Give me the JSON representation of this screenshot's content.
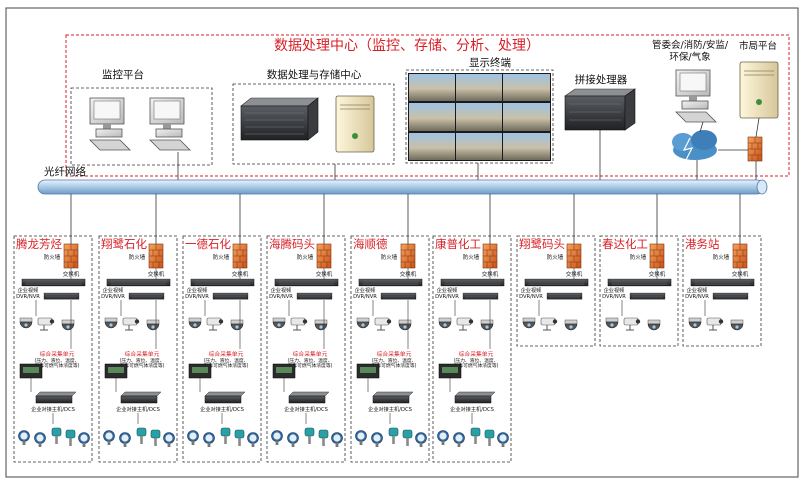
{
  "center": {
    "title": "数据处理中心（监控、存储、分析、处理）",
    "monitor_platform": "监控平台",
    "storage_center": "数据处理与存储中心",
    "display_terminal": "显示终端",
    "splicer": "拼接处理器",
    "authorities": "管委会/消防/安监/环保/气象",
    "city_platform": "市局平台"
  },
  "network": {
    "label": "光纤网络"
  },
  "sites": [
    {
      "name": "腾龙芳烃",
      "full": true
    },
    {
      "name": "翔鹭石化",
      "full": true
    },
    {
      "name": "一德石化",
      "full": true
    },
    {
      "name": "海腾码头",
      "full": true
    },
    {
      "name": "海顺德",
      "full": true
    },
    {
      "name": "康普化工",
      "full": true
    },
    {
      "name": "翔鹭码头",
      "full": false
    },
    {
      "name": "春达化工",
      "full": false
    },
    {
      "name": "港务站",
      "full": false
    }
  ],
  "site_labels": {
    "firewall": "防火墙",
    "switch": "交换机",
    "video": "企业视频",
    "dvr": "DVR/NVR",
    "collector": "综合采集单元",
    "collector_note_1": "(压力、液位、温度、",
    "collector_note_2": "有毒可燃气体浓度等)",
    "dcs": "企业对接主机/DCS"
  },
  "colors": {
    "accent": "#d81f26",
    "network_pipe": "#a9c9e6",
    "firewall": "#e8702a",
    "cloud": "#4b8fc7"
  }
}
